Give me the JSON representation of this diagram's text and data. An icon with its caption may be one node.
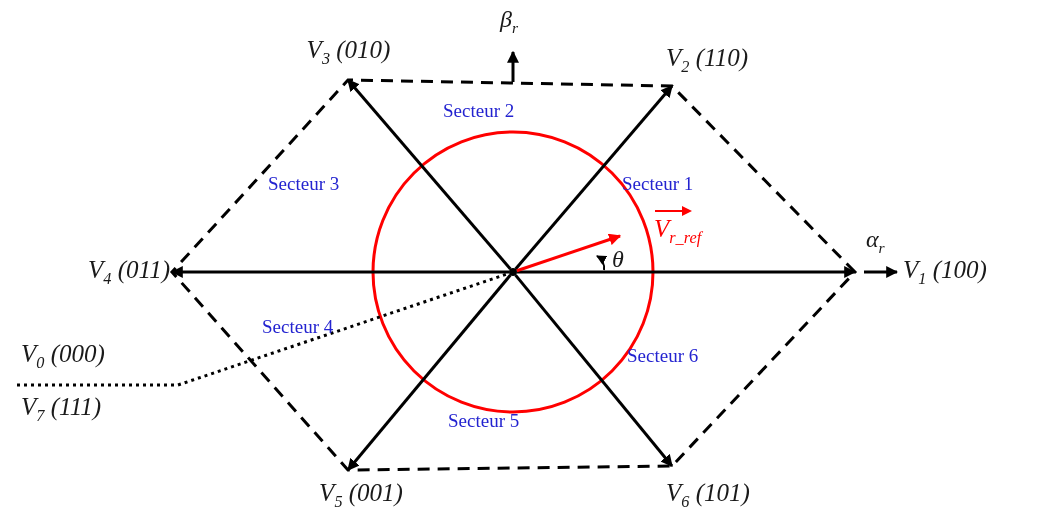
{
  "diagram": {
    "nodes": [
      {
        "text": [
          "V$_{3}$ (010)"
        ]
      },
      {
        "text": [
          "V$_{2}$ (110)"
        ]
      },
      {
        "text": [
          "V$_{4}$ (011)"
        ]
      },
      {
        "text": [],
        "shape": "point"
      },
      {
        "text": [
          "V$_{r_ref}$"
        ]
      },
      {
        "text": [
          "V$_{1}$ (100)"
        ]
      },
      {
        "text": [
          "V$_{0}$ (000)",
          "V$_{7}$ (111)"
        ]
      },
      {
        "text": [
          "V$_{5}$ (001)"
        ]
      },
      {
        "text": [
          "V$_{6}$ (101)"
        ]
      }
    ],
    "edges": [
      {
        "from": 3,
        "to": 5,
        "arrow": "to"
      },
      {
        "from": 3,
        "to": 1,
        "arrow": "to"
      },
      {
        "from": 3,
        "to": 0,
        "arrow": "to"
      },
      {
        "from": 3,
        "to": 2,
        "arrow": "to"
      },
      {
        "from": 3,
        "to": 7,
        "arrow": "to"
      },
      {
        "from": 3,
        "to": 8,
        "arrow": "to"
      },
      {
        "from": 3,
        "to": 4,
        "arrow": "to",
        "color": "#ff0000"
      },
      {
        "from": 6,
        "to": 3,
        "arrow": "none",
        "style": "dashed"
      }
    ],
    "labels": [
      "β$_{r}$",
      "Secteur 2",
      "Secteur 3",
      "Secteur 1",
      "θ",
      "α$_{r}$",
      "Secteur 4",
      "Secteur 6",
      "Secteur 5"
    ]
  }
}
